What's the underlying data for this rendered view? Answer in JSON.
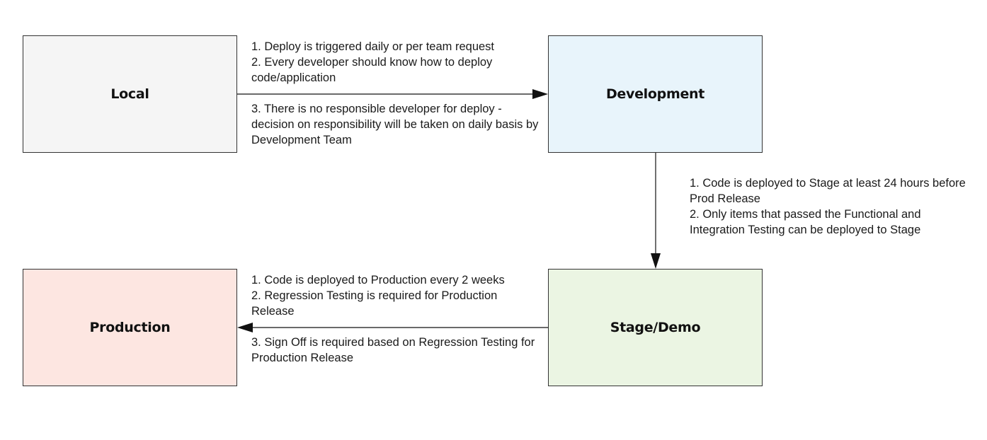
{
  "nodes": {
    "local": {
      "label": "Local",
      "fill": "#f5f5f5"
    },
    "development": {
      "label": "Development",
      "fill": "#e8f4fb"
    },
    "stage": {
      "label": "Stage/Demo",
      "fill": "#ebf5e3"
    },
    "production": {
      "label": "Production",
      "fill": "#fde6e1"
    }
  },
  "edges": {
    "local_to_development": {
      "notes_above": "1. Deploy is triggered daily or per team request\n2. Every developer should know how to deploy code/application",
      "notes_below": "3. There is no responsible developer for deploy - decision on responsibility will be taken on daily basis by Development Team"
    },
    "development_to_stage": {
      "notes": "1. Code is deployed to Stage at least 24 hours before Prod Release\n2. Only items that passed the Functional and Integration Testing can be deployed to Stage"
    },
    "stage_to_production": {
      "notes_above": "1. Code is deployed to Production every 2 weeks\n2. Regression Testing is required for Production Release",
      "notes_below": "3. Sign Off is required based on Regression Testing  for Production Release"
    }
  },
  "colors": {
    "border": "#333333",
    "arrow": "#111111"
  }
}
